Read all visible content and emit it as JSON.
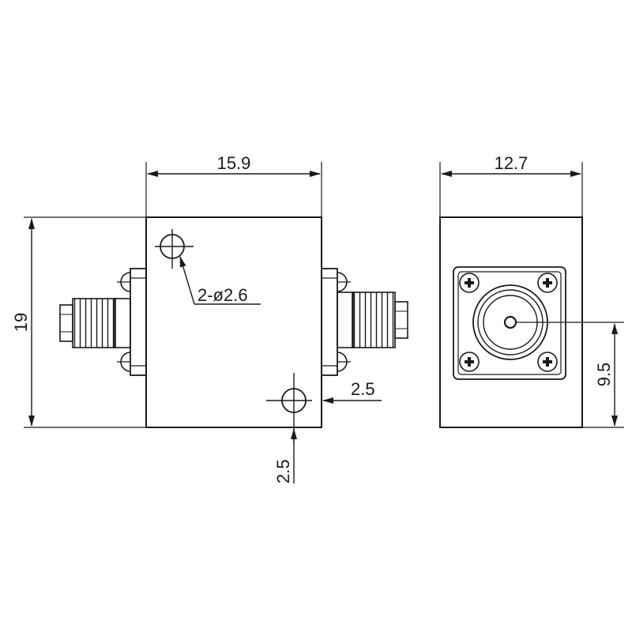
{
  "dimensions": {
    "body_width": "15.9",
    "body_height": "19",
    "end_width": "12.7",
    "connector_offset": "9.5",
    "hole_label": "2-ø2.6",
    "hole_offset_x": "2.5",
    "hole_offset_y": "2.5"
  },
  "colors": {
    "line": "#1a1a1a",
    "background": "#ffffff"
  }
}
